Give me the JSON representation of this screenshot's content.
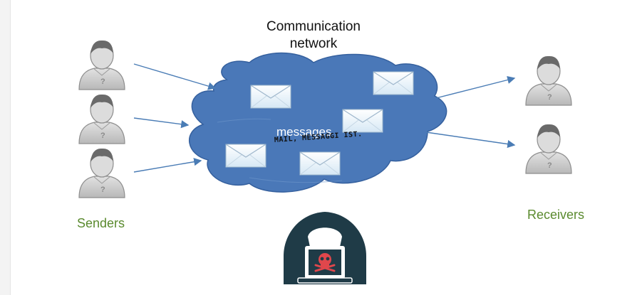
{
  "network": {
    "title_line1": "Communication",
    "title_line2": "network",
    "messages_label": "messages",
    "handwritten_note": "MAIL, MESSAGGI IST."
  },
  "senders": {
    "label": "Senders",
    "count": 3
  },
  "receivers": {
    "label": "Receivers",
    "count": 2
  },
  "colors": {
    "cloud_fill": "#4a78b8",
    "cloud_stroke": "#35609e",
    "label_green": "#5a8a2e",
    "arrow": "#4a7cb5",
    "envelope": "#eaf4fb",
    "hacker_dark": "#1f3b47",
    "skull_red": "#e0474c"
  },
  "icons": [
    "person-icon",
    "envelope-icon",
    "hacker-icon",
    "skull-icon",
    "arrow-icon"
  ]
}
